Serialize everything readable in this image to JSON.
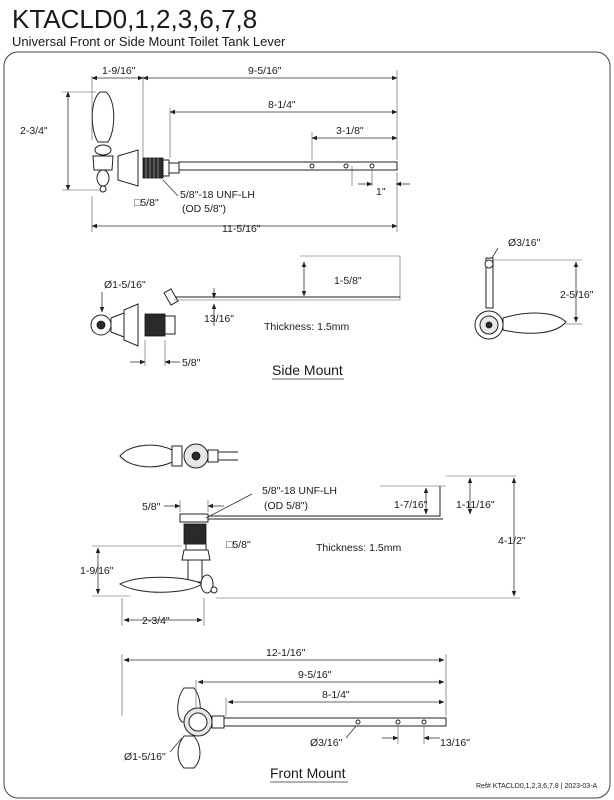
{
  "header": {
    "model": "KTACLD0,1,2,3,6,7,8",
    "subtitle": "Universal Front or Side Mount Toilet Tank Lever"
  },
  "top_view": {
    "dim_handle_width": "1-9/16\"",
    "dim_overall_arm": "9-5/16\"",
    "dim_arm": "8-1/4\"",
    "dim_hole_spacing": "3-1/8\"",
    "dim_height": "2-3/4\"",
    "dim_drop": "1\"",
    "thread_note_line1": "5/8\"-18 UNF-LH",
    "thread_note_line2": "(OD 5/8\")",
    "nut_size": "□5/8\"",
    "dim_total": "11-5/16\""
  },
  "side_mount": {
    "dim_escutcheon": "Ø1-5/16\"",
    "dim_rise": "1-5/8\"",
    "dim_offset": "13/16\"",
    "thickness": "Thickness: 1.5mm",
    "dim_shank": "5/8\"",
    "section_title": "Side Mount",
    "end_view_hole": "Ø3/16\"",
    "end_view_height": "2-5/16\""
  },
  "front_mount_top": {
    "dim_shank": "5/8\"",
    "thread_note_line1": "5/8\"-18 UNF-LH",
    "thread_note_line2": "(OD 5/8\")",
    "nut_size": "□5/8\"",
    "dim_rise_a": "1-7/16\"",
    "dim_rise_b": "1-11/16\"",
    "dim_handle_height": "1-9/16\"",
    "thickness": "Thickness: 1.5mm",
    "dim_total_height": "4-1/2\"",
    "dim_handle_width": "2-3/4\""
  },
  "front_mount": {
    "dim_total": "12-1/16\"",
    "dim_arm_long": "9-5/16\"",
    "dim_arm": "8-1/4\"",
    "dim_escutcheon": "Ø1-5/16\"",
    "dim_hole": "Ø3/16\"",
    "dim_hole_offset": "13/16\"",
    "section_title": "Front Mount"
  },
  "footer": {
    "ref": "Ref# KTACLD0,1,2,3,6,7,8 | 2023-03-A"
  }
}
